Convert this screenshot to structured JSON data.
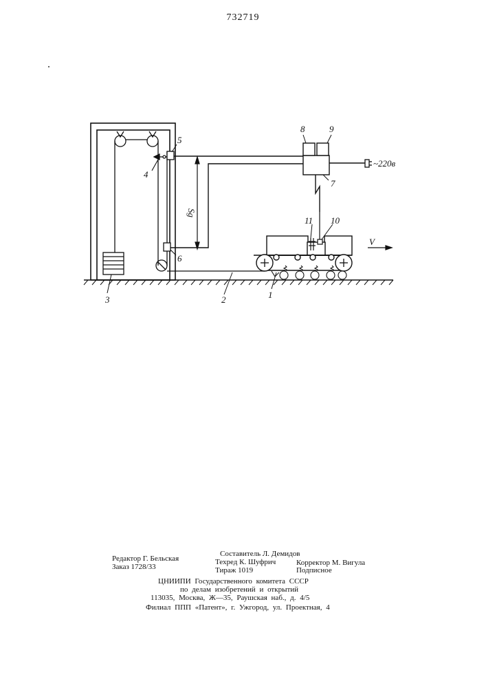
{
  "patent_number": "732719",
  "figure_labels": {
    "l1": "1",
    "l2": "2",
    "l3": "3",
    "l4": "4",
    "l5": "5",
    "l6": "6",
    "l7": "7",
    "l8": "8",
    "l9": "9",
    "l10": "10",
    "l11": "11",
    "sg": "Sg",
    "v": "V",
    "power": "~220в"
  },
  "imprint": {
    "editor": "Редактор Г. Бельская",
    "order": "Заказ 1728/33",
    "compiler": "Составитель Л. Демидов",
    "techred": "Техред К. Шуфрич",
    "circulation": "Тираж 1019",
    "corrector": "Корректор М. Вигула",
    "subscription": "Подписное",
    "org_line1": "ЦНИИПИ Государственного комитета СССР",
    "org_line2": "по делам изобретений и открытий",
    "org_address": "113035, Москва, Ж—35, Раушская наб., д. 4/5",
    "branch": "Филиал ППП «Патент», г. Ужгород, ул. Проектная, 4"
  }
}
